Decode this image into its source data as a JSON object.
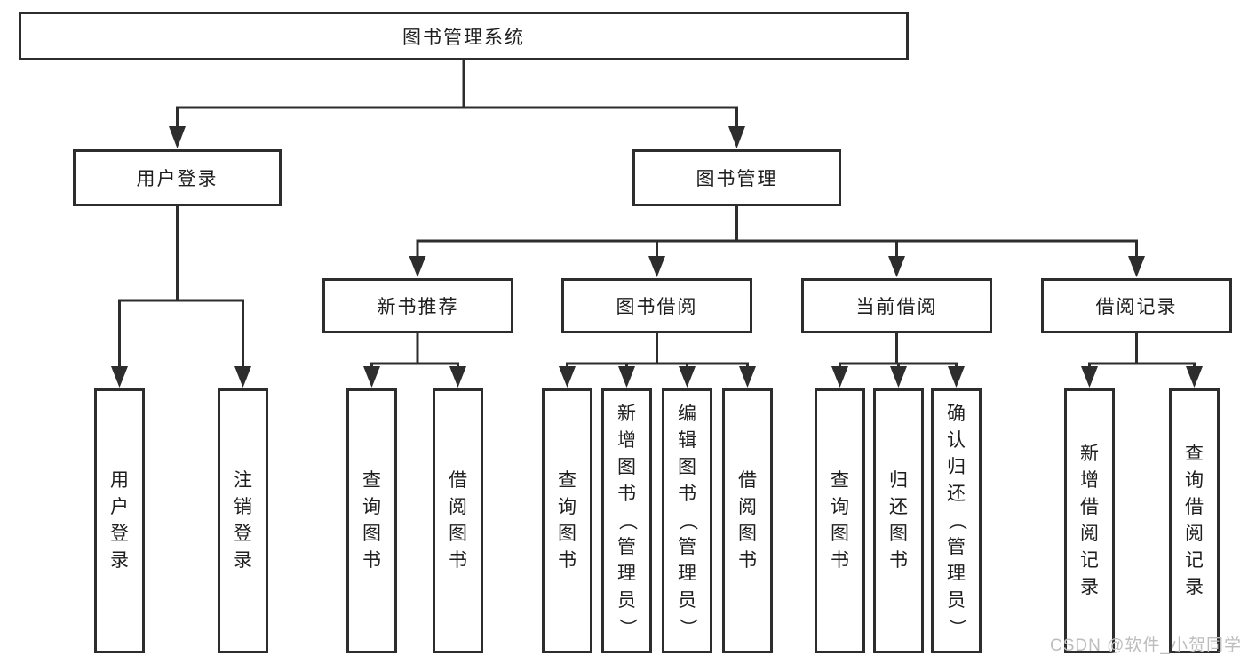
{
  "tree": {
    "root": {
      "label": "图书管理系统"
    },
    "level2": [
      {
        "label": "用户登录"
      },
      {
        "label": "图书管理"
      }
    ],
    "level3": [
      {
        "label": "新书推荐"
      },
      {
        "label": "图书借阅"
      },
      {
        "label": "当前借阅"
      },
      {
        "label": "借阅记录"
      }
    ],
    "leaves": {
      "user_login": [
        "用户登录",
        "注销登录"
      ],
      "new_books": [
        "查询图书",
        "借阅图书"
      ],
      "book_borrow": [
        "查询图书",
        "新增图书（管理员）",
        "编辑图书（管理员）",
        "借阅图书"
      ],
      "current_borrow": [
        "查询图书",
        "归还图书",
        "确认归还（管理员）"
      ],
      "borrow_records": [
        "新增借阅记录",
        "查询借阅记录"
      ]
    }
  },
  "watermark": "CSDN @软件_小贺同学",
  "colors": {
    "line": "#2d2d2d",
    "text": "#1e1e1e",
    "watermark": "#bdbdbd",
    "background": "#ffffff"
  }
}
